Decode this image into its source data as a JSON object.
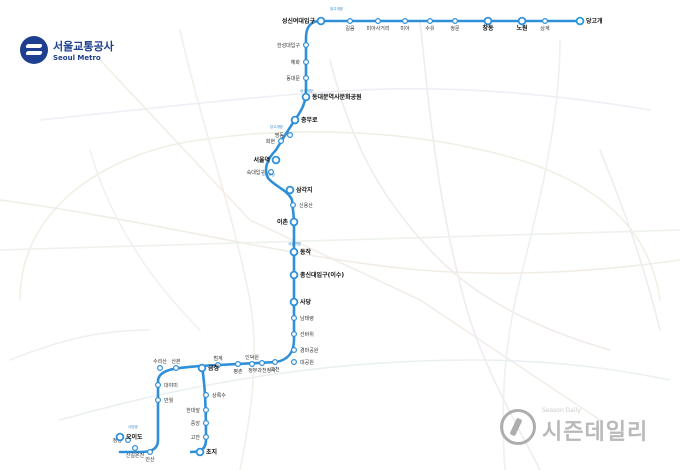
{
  "brand": {
    "name_ko": "서울교통공사",
    "name_en": "Seoul Metro",
    "color": "#1e3f8f"
  },
  "watermark": {
    "text": "시즌데일리",
    "sub": "Season Daily"
  },
  "line": {
    "color": "#2f8fd8",
    "terminal_color": "#2a9ad6"
  },
  "stations": [
    {
      "name": "당고개",
      "bold": true
    },
    {
      "name": "상계",
      "bold": false
    },
    {
      "name": "노원",
      "bold": true
    },
    {
      "name": "창동",
      "bold": true
    },
    {
      "name": "쌍문",
      "bold": false
    },
    {
      "name": "수유",
      "bold": false
    },
    {
      "name": "미아",
      "bold": false
    },
    {
      "name": "미아사거리",
      "bold": false
    },
    {
      "name": "길음",
      "bold": false
    },
    {
      "name": "성신여대입구",
      "bold": true
    },
    {
      "name": "한성대입구",
      "bold": false
    },
    {
      "name": "혜화",
      "bold": false
    },
    {
      "name": "동대문",
      "bold": false
    },
    {
      "name": "동대문역사문화공원",
      "bold": true
    },
    {
      "name": "충무로",
      "bold": true
    },
    {
      "name": "명동",
      "bold": false
    },
    {
      "name": "회현",
      "bold": false
    },
    {
      "name": "서울역",
      "bold": true
    },
    {
      "name": "숙대입구",
      "bold": false
    },
    {
      "name": "삼각지",
      "bold": true
    },
    {
      "name": "신용산",
      "bold": false
    },
    {
      "name": "이촌",
      "bold": true
    },
    {
      "name": "동작",
      "bold": true
    },
    {
      "name": "총신대입구(이수)",
      "bold": true
    },
    {
      "name": "사당",
      "bold": true
    },
    {
      "name": "남태령",
      "bold": false
    },
    {
      "name": "선바위",
      "bold": false
    },
    {
      "name": "경마공원",
      "bold": false
    },
    {
      "name": "대공원",
      "bold": false
    },
    {
      "name": "과천",
      "bold": false
    },
    {
      "name": "정부과천청사",
      "bold": false
    },
    {
      "name": "인덕원",
      "bold": false
    },
    {
      "name": "평촌",
      "bold": false
    },
    {
      "name": "범계",
      "bold": false
    },
    {
      "name": "금정",
      "bold": true
    },
    {
      "name": "산본",
      "bold": false
    },
    {
      "name": "수리산",
      "bold": false
    },
    {
      "name": "대야미",
      "bold": false
    },
    {
      "name": "반월",
      "bold": false
    },
    {
      "name": "상록수",
      "bold": false
    },
    {
      "name": "한대앞",
      "bold": false
    },
    {
      "name": "중앙",
      "bold": false
    },
    {
      "name": "고잔",
      "bold": false
    },
    {
      "name": "초지",
      "bold": true
    },
    {
      "name": "안산",
      "bold": false
    },
    {
      "name": "신길온천",
      "bold": false
    },
    {
      "name": "정왕",
      "bold": false
    },
    {
      "name": "오이도",
      "bold": true
    }
  ],
  "transfer_tags": [
    "장고개방",
    "상고개방",
    "당고개방",
    "오이도방",
    "서울역방",
    "사당방"
  ]
}
